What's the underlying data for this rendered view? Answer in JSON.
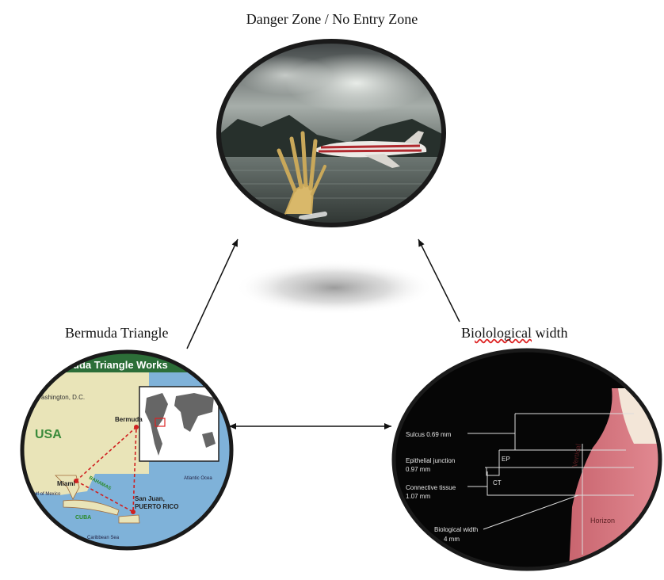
{
  "top": {
    "title": "Danger Zone / No Entry Zone"
  },
  "left": {
    "caption": "Bermuda Triangle",
    "map": {
      "header": "uda Triangle Works",
      "labels": {
        "washington": "ashington, D.C.",
        "usa": "USA",
        "bermuda": "Bermuda",
        "miami": "Miami",
        "bahamas": "BAHAMAS",
        "cuba": "CUBA",
        "gulf": "Gulf of Mexico",
        "sanjuan_line1": "San Juan,",
        "sanjuan_line2": "PUERTO RICO",
        "atlantic": "Atlantic Ocea",
        "caribbean": "Caribbean Sea"
      }
    }
  },
  "right": {
    "caption_prefix": "Bi",
    "caption_underlined": "olological",
    "caption_suffix": " width",
    "figure": {
      "sulcus": "Sulcus 0.69 mm",
      "epithelial_1": "Epithelial junction",
      "epithelial_2": "0.97 mm",
      "connective_1": "Connective tissue",
      "connective_2": "1.07 mm",
      "ep_box": "EP",
      "ct_box": "CT",
      "bio_1": "Biological width",
      "bio_2": "4 mm",
      "vertical": "Vertical",
      "horizontal": "Horizon"
    }
  }
}
